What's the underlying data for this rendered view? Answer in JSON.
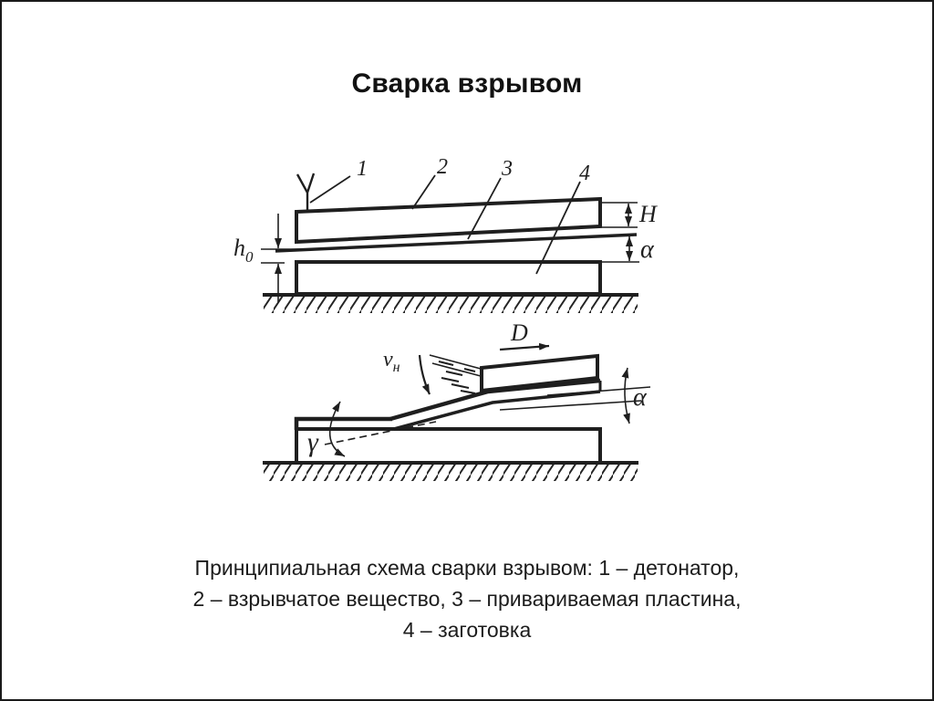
{
  "slide": {
    "title": "Сварка взрывом",
    "caption_lines": [
      "Принципиальная схема сварки взрывом: 1 – детонатор,",
      "2 – взрывчатое вещество, 3 – привариваемая пластина,",
      "4 – заготовка"
    ]
  },
  "diagram": {
    "labels": {
      "part1": "1",
      "part2": "2",
      "part3": "3",
      "part4": "4",
      "explosive_thickness": "H",
      "alpha_upper": "α",
      "standoff_base": "h",
      "standoff_sub": "0",
      "detonation_velocity": "D",
      "plate_velocity_base": "v",
      "plate_velocity_sub": "н",
      "alpha_lower": "α",
      "gamma": "γ"
    },
    "colors": {
      "ink": "#1f1f1f",
      "background": "#ffffff",
      "border": "#1a1a1a"
    }
  }
}
